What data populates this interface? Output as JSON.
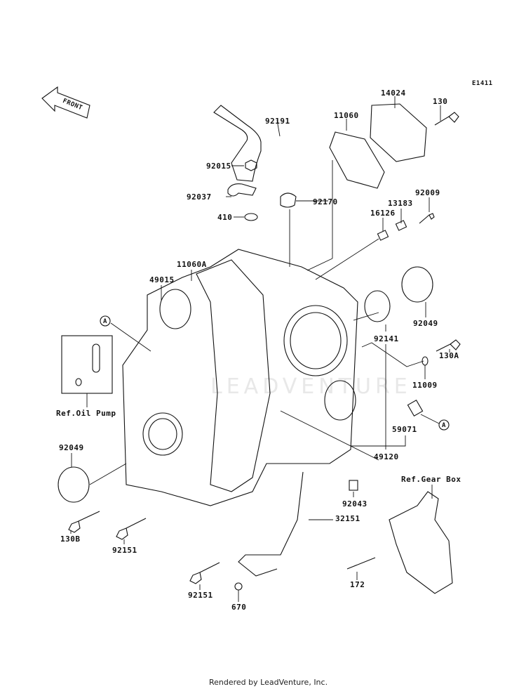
{
  "diagram": {
    "code": "E1411",
    "front_arrow": "FRONT",
    "watermark": "LEADVENTURE",
    "callouts": {
      "p14024": "14024",
      "p130": "130",
      "p11060": "11060",
      "p92191": "92191",
      "p92015": "92015",
      "p92037": "92037",
      "p410": "410",
      "p92170": "92170",
      "p92009": "92009",
      "p13183": "13183",
      "p16126": "16126",
      "p11060A": "11060A",
      "p49015": "49015",
      "refA1": "A",
      "p92049_right": "92049",
      "p92141": "92141",
      "p130A": "130A",
      "p11009": "11009",
      "p59071": "59071",
      "refA2": "A",
      "ref_oil_pump": "Ref.Oil Pump",
      "p92049_left": "92049",
      "p49120": "49120",
      "ref_gear_box": "Ref.Gear Box",
      "p92043": "92043",
      "p32151": "32151",
      "p130B": "130B",
      "p92151_a": "92151",
      "p92151_b": "92151",
      "p172": "172",
      "p670": "670"
    }
  },
  "footer": "Rendered by LeadVenture, Inc."
}
